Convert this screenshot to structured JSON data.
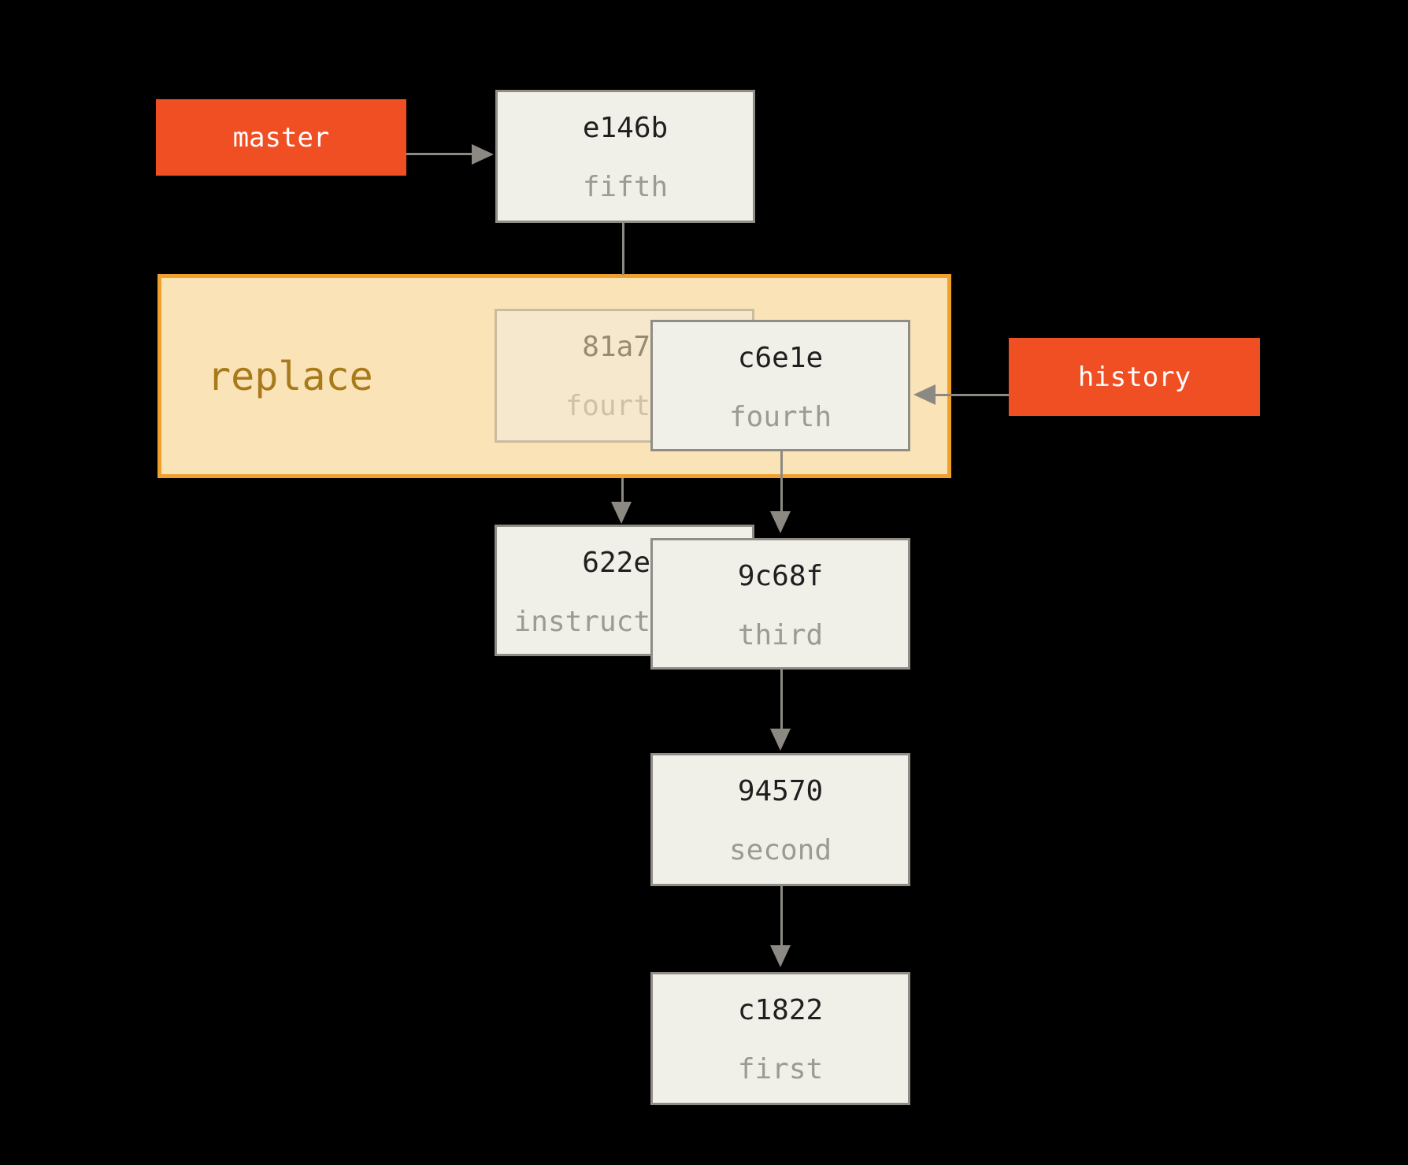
{
  "figure": {
    "kind": "git-commit-history-diagram"
  },
  "colors": {
    "background": "#000000",
    "branch_label_bg": "#f04e23",
    "branch_label_text": "#ffffff",
    "commit_box_bg": "#f0efe8",
    "commit_box_border": "#8f8d86",
    "commit_hash_text": "#1f1f1f",
    "commit_message_text": "#9c9a92",
    "arrow": "#8c8982",
    "replace_box_bg": "#fae3b7",
    "replace_box_border": "#f0a12b",
    "replace_label_text": "#a97a1b"
  },
  "branches": {
    "master": {
      "label": "master"
    },
    "history": {
      "label": "history"
    }
  },
  "replace_region": {
    "label": "replace"
  },
  "commits": {
    "e146b": {
      "hash": "e146b",
      "message": "fifth"
    },
    "81a7": {
      "hash": "81a7",
      "message": "fourt"
    },
    "c6e1e": {
      "hash": "c6e1e",
      "message": "fourth"
    },
    "622e": {
      "hash": "622e",
      "message": "instruct"
    },
    "9c68f": {
      "hash": "9c68f",
      "message": "third"
    },
    "94570": {
      "hash": "94570",
      "message": "second"
    },
    "c1822": {
      "hash": "c1822",
      "message": "first"
    }
  },
  "edges": [
    {
      "from": "master",
      "to": "e146b",
      "style": "arrow-right"
    },
    {
      "from": "e146b",
      "to": "replace-region",
      "style": "plain-line"
    },
    {
      "from": "history",
      "to": "c6e1e",
      "style": "arrow-left"
    },
    {
      "from": "replace-region",
      "to": "622e",
      "style": "arrow-down"
    },
    {
      "from": "c6e1e",
      "to": "9c68f",
      "style": "arrow-down"
    },
    {
      "from": "9c68f",
      "to": "94570",
      "style": "arrow-down"
    },
    {
      "from": "94570",
      "to": "c1822",
      "style": "arrow-down"
    }
  ]
}
